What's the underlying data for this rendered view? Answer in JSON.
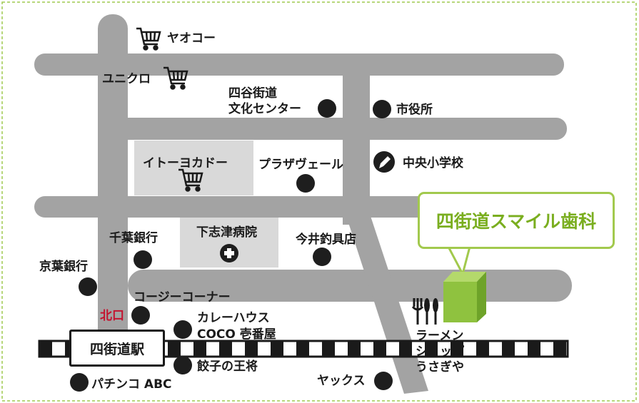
{
  "map": {
    "border_color": "#9fca4e",
    "road_color": "#a3a3a3",
    "building_color": "#d9d9d9",
    "accent_green": "#8fc23f",
    "accent_red": "#c4122f"
  },
  "labels": {
    "yaokou": "ヤオコー",
    "uniqlo": "ユニクロ",
    "culture_center_1": "四谷街道",
    "culture_center_2": "文化センター",
    "city_hall": "市役所",
    "itoyokado": "イトーヨカドー",
    "plaza_veil": "プラザヴェール",
    "central_school": "中央小学校",
    "shimoshizu_hospital": "下志津病院",
    "chiba_bank": "千葉銀行",
    "imai_fishing": "今井釣具店",
    "keiyo_bank": "京葉銀行",
    "cozy_corner": "コージーコーナー",
    "north_exit": "北口",
    "curry_1": "カレーハウス",
    "curry_2": "COCO 壱番屋",
    "station": "四街道駅",
    "gyoza": "餃子の王将",
    "pachinko": "パチンコ ABC",
    "yaks": "ヤックス",
    "ramen_1": "ラーメン",
    "ramen_2": "ショップ",
    "ramen_3": "うさぎや",
    "clinic": "四街道スマイル歯科"
  },
  "icons": {
    "cart": "shopping-cart-icon",
    "hospital": "plus-icon",
    "school": "pencil-icon",
    "restaurant": "fork-knife-icon",
    "clinic": "building-icon"
  }
}
